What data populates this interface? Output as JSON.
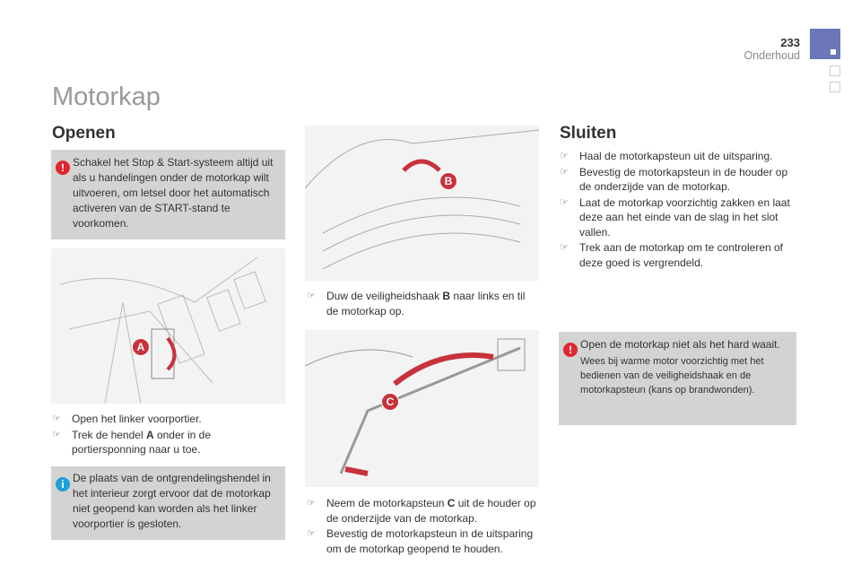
{
  "header": {
    "page_number": "233",
    "section": "Onderhoud",
    "accent": "#6b77b9"
  },
  "title": "Motorkap",
  "openen": {
    "heading": "Openen",
    "warning": "Schakel het Stop & Start-systeem altijd uit als u handelingen onder de motorkap wilt uitvoeren, om letsel door het automatisch activeren van de START-stand te voorkomen.",
    "illustration_label": "A",
    "steps": [
      "Open het linker voorportier.",
      [
        "Trek de hendel ",
        "A",
        " onder in de portiersponning naar u toe."
      ]
    ],
    "info": "De plaats van de ontgrendelingshendel in het interieur zorgt ervoor dat de motorkap niet geopend kan worden als het linker voorportier is gesloten."
  },
  "middle": {
    "label_b": "B",
    "step_b": [
      "Duw de veiligheidshaak ",
      "B",
      " naar links en til de motorkap op."
    ],
    "label_c": "C",
    "steps_c": [
      [
        "Neem de motorkapsteun ",
        "C",
        " uit de houder op de onderzijde van de motorkap."
      ],
      "Bevestig de motorkapsteun in de uitsparing om de motorkap geopend te houden."
    ]
  },
  "sluiten": {
    "heading": "Sluiten",
    "steps": [
      "Haal de motorkapsteun uit de uitsparing.",
      "Bevestig de motorkapsteun in de houder op de onderzijde van de motorkap.",
      "Laat de motorkap voorzichtig zakken en laat deze aan het einde van de slag in het slot vallen.",
      "Trek aan de motorkap om te controleren of deze goed is vergrendeld."
    ],
    "warning_title": "Open de motorkap niet als het hard waait.",
    "warning_body": "Wees bij warme motor voorzichtig met het bedienen van de veiligheidshaak en de motorkapsteun (kans op brandwonden)."
  },
  "colors": {
    "warning": "#e0262f",
    "info": "#1e9fd8",
    "box": "#d3d3d3"
  }
}
